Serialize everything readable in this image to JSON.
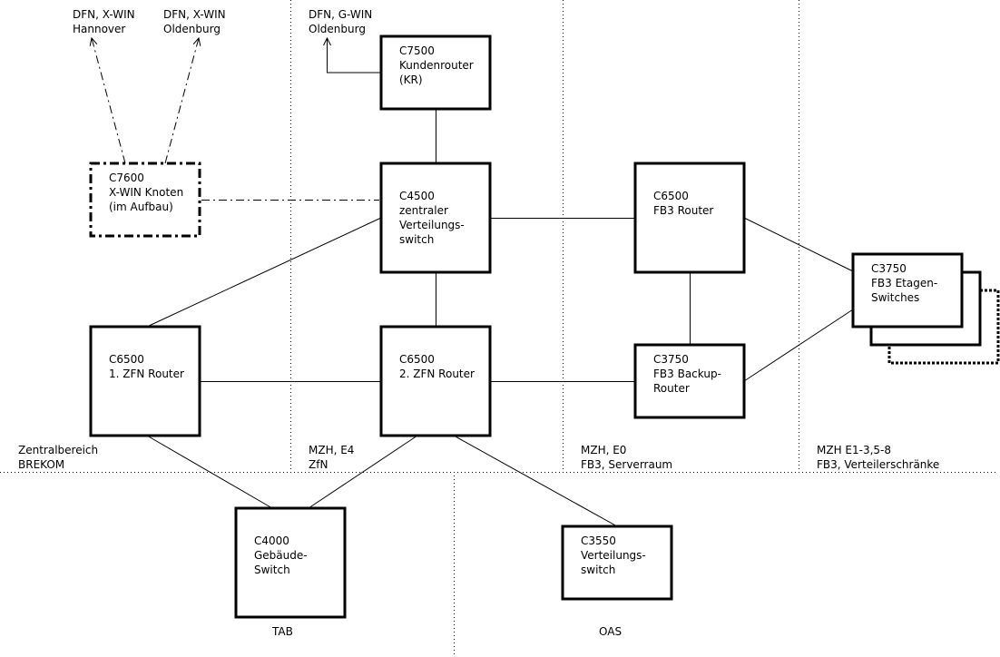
{
  "nodes": {
    "c7500": [
      "C7500",
      "Kundenrouter",
      "(KR)"
    ],
    "c7600": [
      "C7600",
      "X-WIN Knoten",
      "(im Aufbau)"
    ],
    "c4500": [
      "C4500",
      "zentraler",
      "Verteilungs-",
      "switch"
    ],
    "c6500_fb3": [
      "C6500",
      "FB3 Router"
    ],
    "c3750_etagen": [
      "C3750",
      "FB3 Etagen-",
      "Switches"
    ],
    "c6500_zfn1": [
      "C6500",
      "1. ZFN Router"
    ],
    "c6500_zfn2": [
      "C6500",
      "2. ZFN Router"
    ],
    "c3750_backup": [
      "C3750",
      "FB3 Backup-",
      "Router"
    ],
    "c4000": [
      "C4000",
      "Gebäude-",
      "Switch"
    ],
    "c3550": [
      "C3550",
      "Verteilungs-",
      "switch"
    ]
  },
  "external": {
    "xwin_hannover": [
      "DFN, X-WIN",
      "Hannover"
    ],
    "xwin_oldenburg": [
      "DFN, X-WIN",
      "Oldenburg"
    ],
    "gwin_oldenburg": [
      "DFN, G-WIN",
      "Oldenburg"
    ]
  },
  "zones": {
    "zentralbereich": [
      "Zentralbereich",
      "BREKOM"
    ],
    "mzh_e4": [
      "MZH, E4",
      "ZfN"
    ],
    "mzh_e0": [
      "MZH, E0",
      "FB3, Serverraum"
    ],
    "mzh_e1": [
      "MZH E1-3,5-8",
      "FB3, Verteilerschränke"
    ],
    "tab": "TAB",
    "oas": "OAS"
  }
}
